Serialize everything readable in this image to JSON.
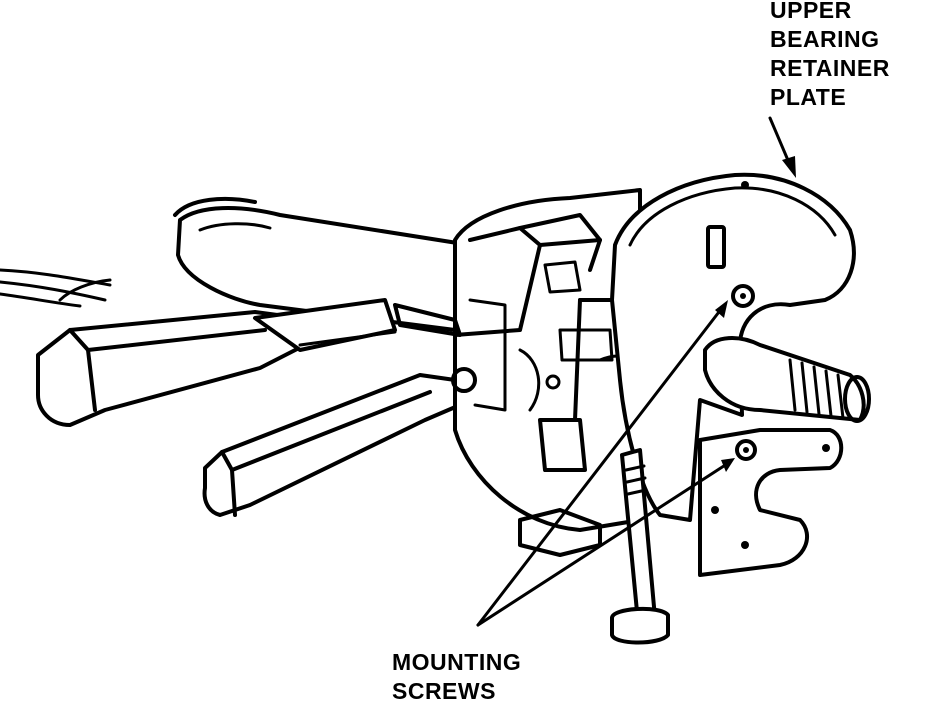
{
  "labels": {
    "upper_bearing": [
      "UPPER",
      "BEARING",
      "RETAINER",
      "PLATE"
    ],
    "mounting_screws": [
      "MOUNTING",
      "SCREWS"
    ]
  },
  "colors": {
    "ink": "#000000",
    "paper": "#ffffff"
  }
}
